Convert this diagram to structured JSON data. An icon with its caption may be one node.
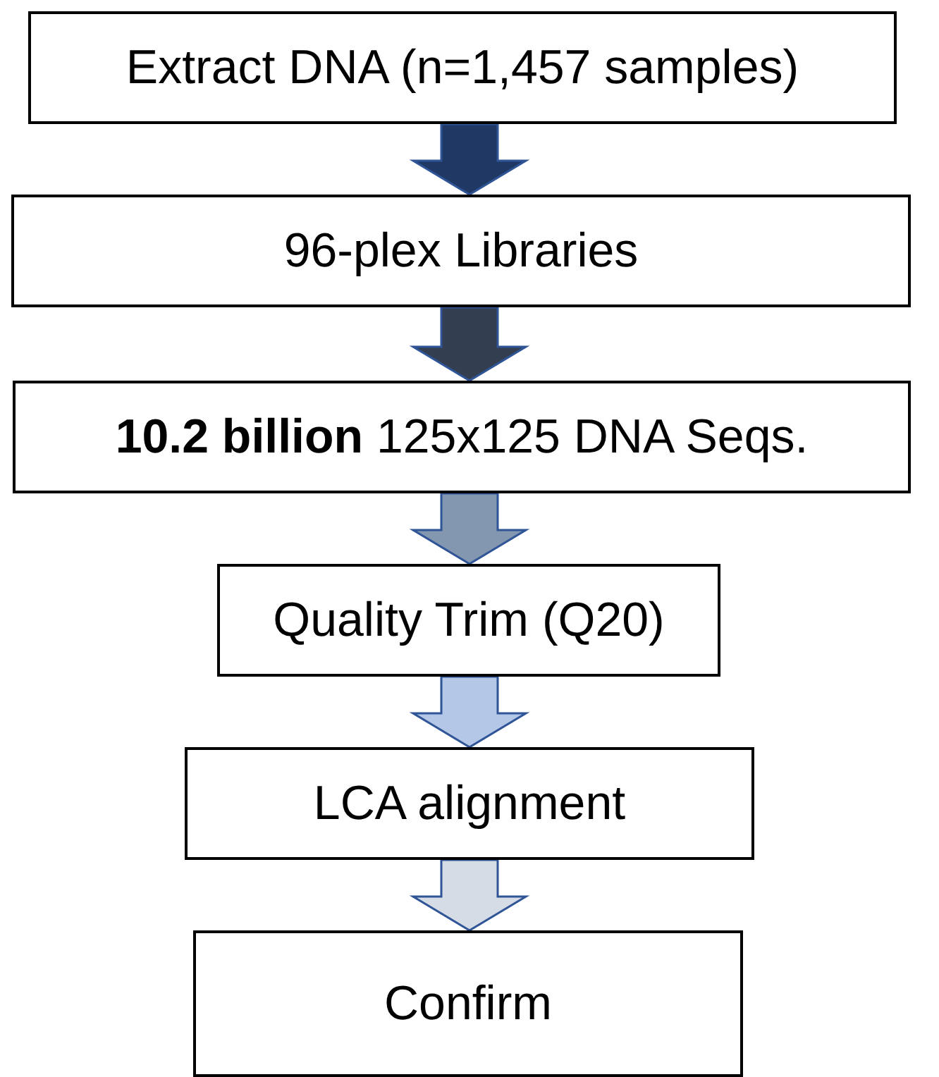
{
  "diagram": {
    "nodes": [
      {
        "text": [
          "Extract DNA (n=1,457 samples)"
        ]
      },
      {
        "text": [
          "96-plex Libraries"
        ]
      },
      {
        "text": [
          "**10.2 billion** 125x125 DNA Seqs."
        ]
      },
      {
        "text": [
          "Quality Trim (Q20)"
        ]
      },
      {
        "text": [
          "LCA alignment"
        ]
      },
      {
        "text": [
          "Confirm"
        ]
      }
    ],
    "edges": [
      {
        "from": 0,
        "to": 1,
        "arrow": "to",
        "style": "thick",
        "color": "#1f3864"
      },
      {
        "from": 1,
        "to": 2,
        "arrow": "to",
        "style": "thick",
        "color": "#333f50"
      },
      {
        "from": 2,
        "to": 3,
        "arrow": "to",
        "style": "thick",
        "color": "#8497b0"
      },
      {
        "from": 3,
        "to": 4,
        "arrow": "to",
        "style": "thick",
        "color": "#b4c7e7"
      },
      {
        "from": 4,
        "to": 5,
        "arrow": "to",
        "style": "thick",
        "color": "#d6dce5"
      }
    ]
  }
}
